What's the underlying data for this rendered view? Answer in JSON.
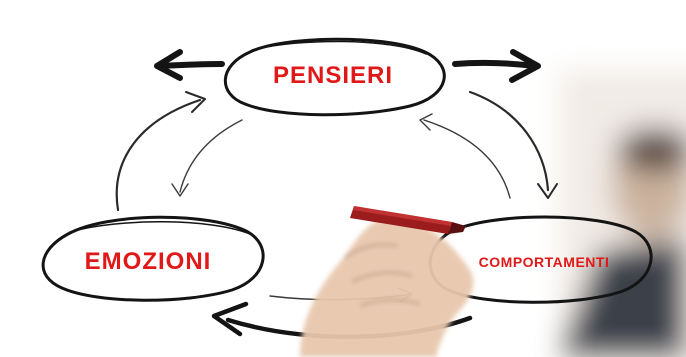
{
  "diagram": {
    "nodes": [
      {
        "id": "pensieri",
        "label": "PENSIERI"
      },
      {
        "id": "emozioni",
        "label": "EMOZIONI"
      },
      {
        "id": "comportamenti",
        "label": "COMPORTAMENTI"
      }
    ],
    "edges": [
      {
        "from": "pensieri",
        "to": "emozioni"
      },
      {
        "from": "emozioni",
        "to": "pensieri"
      },
      {
        "from": "pensieri",
        "to": "comportamenti"
      },
      {
        "from": "comportamenti",
        "to": "pensieri"
      },
      {
        "from": "emozioni",
        "to": "comportamenti"
      },
      {
        "from": "comportamenti",
        "to": "emozioni"
      }
    ]
  },
  "colors": {
    "label": "#e01818",
    "stroke": "#141414",
    "thin_stroke": "#3a3a3a",
    "background": "#ffffff",
    "marker_body": "#9a1c1c",
    "skin": "#e8c8ad",
    "person_blur": "#c9b7a8"
  }
}
